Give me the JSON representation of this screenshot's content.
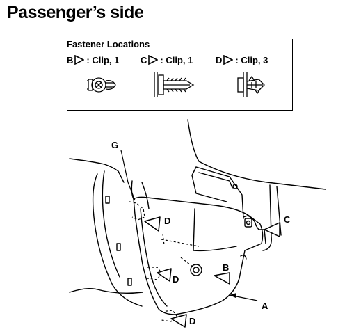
{
  "title": "Passenger’s side",
  "legend": {
    "heading": "Fastener Locations",
    "fasteners": [
      {
        "letter": "B",
        "text": ": Clip, 1"
      },
      {
        "letter": "C",
        "text": ": Clip, 1"
      },
      {
        "letter": "D",
        "text": ": Clip, 3"
      }
    ]
  },
  "callouts": {
    "g": "G",
    "a": "A",
    "b": "B",
    "c": "C",
    "d1": "D",
    "d2": "D",
    "d3": "D"
  }
}
